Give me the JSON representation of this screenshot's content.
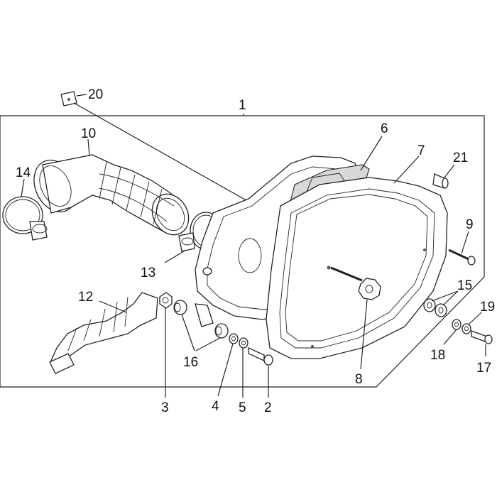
{
  "diagram": {
    "callouts": [
      {
        "id": "1",
        "label": "1"
      },
      {
        "id": "2",
        "label": "2"
      },
      {
        "id": "3",
        "label": "3"
      },
      {
        "id": "4",
        "label": "4"
      },
      {
        "id": "5",
        "label": "5"
      },
      {
        "id": "6",
        "label": "6"
      },
      {
        "id": "7",
        "label": "7"
      },
      {
        "id": "8",
        "label": "8"
      },
      {
        "id": "9",
        "label": "9"
      },
      {
        "id": "10",
        "label": "10"
      },
      {
        "id": "12",
        "label": "12"
      },
      {
        "id": "13",
        "label": "13"
      },
      {
        "id": "14",
        "label": "14"
      },
      {
        "id": "15",
        "label": "15"
      },
      {
        "id": "16",
        "label": "16"
      },
      {
        "id": "17",
        "label": "17"
      },
      {
        "id": "18",
        "label": "18"
      },
      {
        "id": "19",
        "label": "19"
      },
      {
        "id": "20",
        "label": "20"
      },
      {
        "id": "21",
        "label": "21"
      }
    ]
  }
}
